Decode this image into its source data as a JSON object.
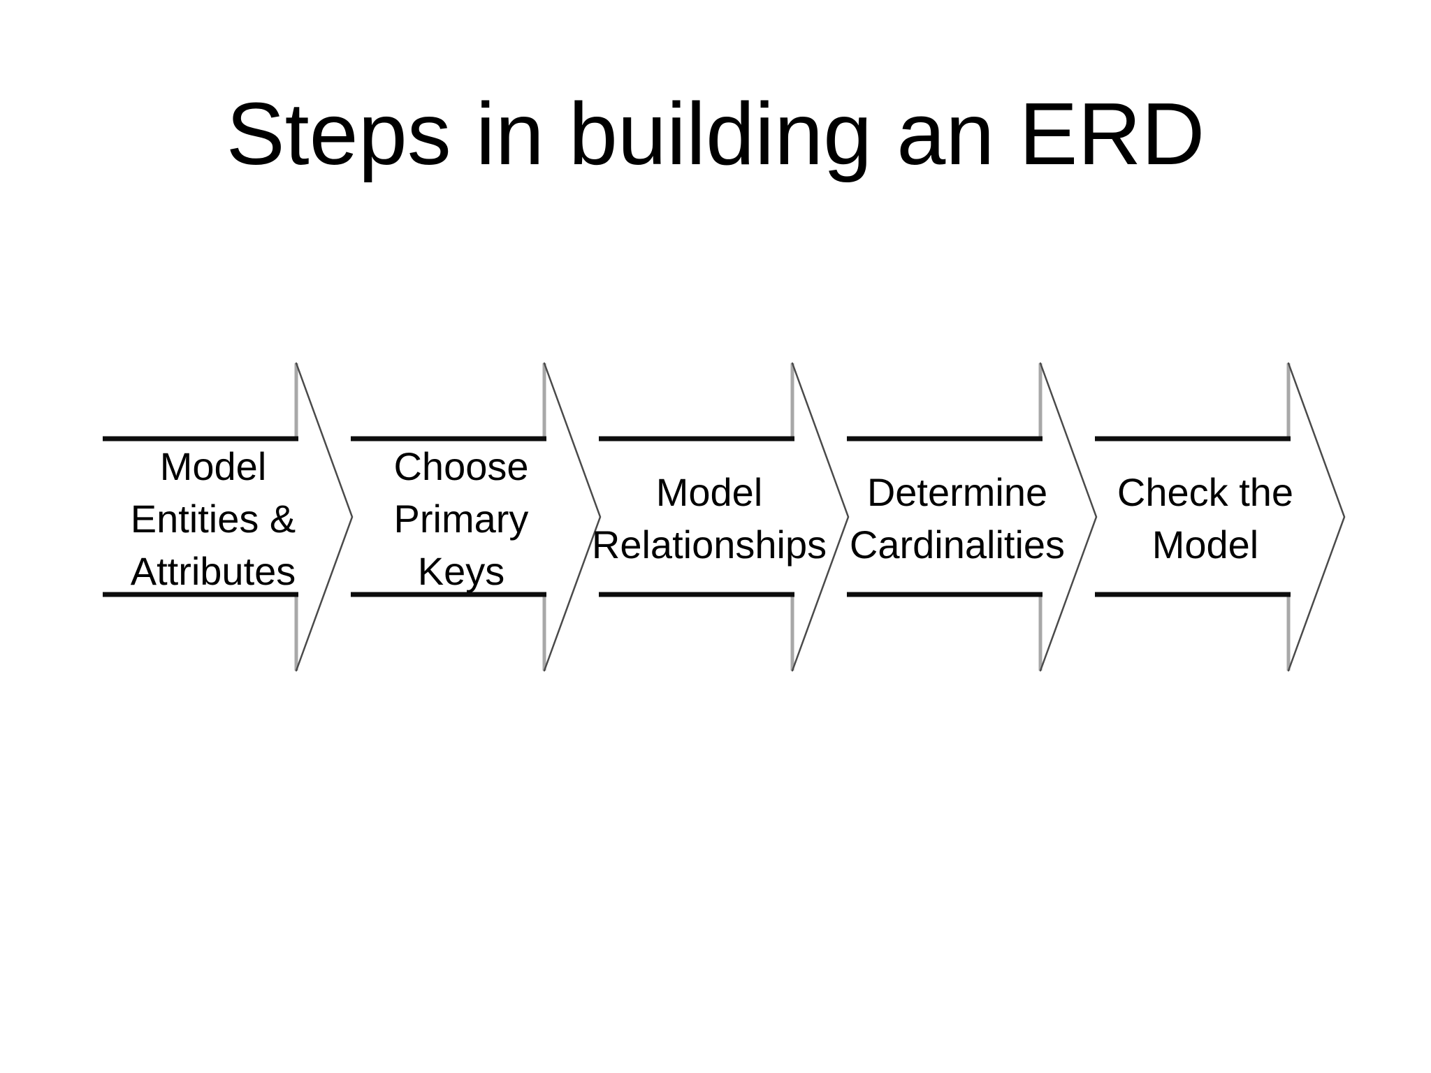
{
  "slide": {
    "title": "Steps in building an ERD",
    "steps": [
      {
        "id": 1,
        "label": "Model\nEntities &\nAttributes"
      },
      {
        "id": 2,
        "label": "Choose\nPrimary\nKeys"
      },
      {
        "id": 3,
        "label": "Model\nRelationships"
      },
      {
        "id": 4,
        "label": "Determine\nCardinalities"
      },
      {
        "id": 5,
        "label": "Check the\nModel"
      }
    ],
    "colors": {
      "background": "#ffffff",
      "text": "#000000",
      "body_line": "#0d0d0d",
      "notch_line": "#a8a8a8",
      "arrowhead_line": "#4a4a4a"
    }
  }
}
